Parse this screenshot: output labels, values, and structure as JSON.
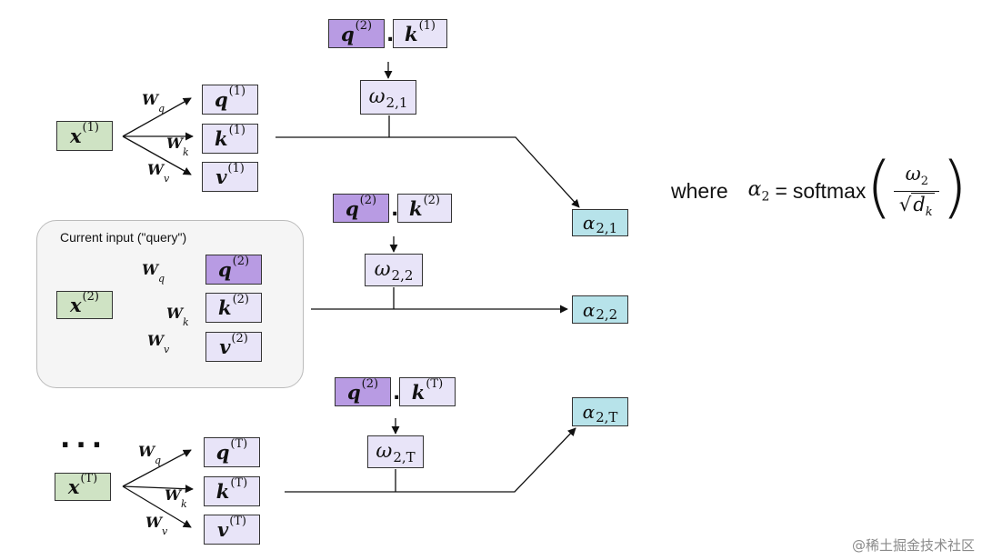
{
  "input_panel": {
    "label": "Current input (\"query\")"
  },
  "ellipsis": "...",
  "rows": [
    {
      "x": {
        "base": "x",
        "sup": "(1)"
      },
      "q": {
        "base": "q",
        "sup": "(1)"
      },
      "k": {
        "base": "k",
        "sup": "(1)"
      },
      "v": {
        "base": "v",
        "sup": "(1)"
      },
      "wq": {
        "base": "W",
        "sub": "q"
      },
      "wk": {
        "base": "W",
        "sub": "k"
      },
      "wv": {
        "base": "W",
        "sub": "v"
      },
      "dot_q": {
        "base": "q",
        "sup": "(2)"
      },
      "dot_k": {
        "base": "k",
        "sup": "(1)"
      },
      "omega": {
        "base": "ω",
        "sub": "2,1"
      },
      "alpha": {
        "base": "α",
        "sub": "2,1"
      }
    },
    {
      "x": {
        "base": "x",
        "sup": "(2)"
      },
      "q": {
        "base": "q",
        "sup": "(2)"
      },
      "k": {
        "base": "k",
        "sup": "(2)"
      },
      "v": {
        "base": "v",
        "sup": "(2)"
      },
      "wq": {
        "base": "W",
        "sub": "q"
      },
      "wk": {
        "base": "W",
        "sub": "k"
      },
      "wv": {
        "base": "W",
        "sub": "v"
      },
      "dot_q": {
        "base": "q",
        "sup": "(2)"
      },
      "dot_k": {
        "base": "k",
        "sup": "(2)"
      },
      "omega": {
        "base": "ω",
        "sub": "2,2"
      },
      "alpha": {
        "base": "α",
        "sub": "2,2"
      }
    },
    {
      "x": {
        "base": "x",
        "sup": "(T)"
      },
      "q": {
        "base": "q",
        "sup": "(T)"
      },
      "k": {
        "base": "k",
        "sup": "(T)"
      },
      "v": {
        "base": "v",
        "sup": "(T)"
      },
      "wq": {
        "base": "W",
        "sub": "q"
      },
      "wk": {
        "base": "W",
        "sub": "k"
      },
      "wv": {
        "base": "W",
        "sub": "v"
      },
      "dot_q": {
        "base": "q",
        "sup": "(2)"
      },
      "dot_k": {
        "base": "k",
        "sup": "(T)"
      },
      "omega": {
        "base": "ω",
        "sub": "2,T"
      },
      "alpha": {
        "base": "α",
        "sub": "2,T"
      }
    }
  ],
  "formula": {
    "where": "where",
    "alpha": {
      "base": "α",
      "sub": "2"
    },
    "equals": "=",
    "function": "softmax",
    "numerator": {
      "base": "ω",
      "sub": "2"
    },
    "denominator": {
      "radical": "√",
      "base": "d",
      "sub": "k"
    }
  },
  "watermark": "@稀土掘金技术社区",
  "colors": {
    "x_box": "#cfe3c4",
    "qkv_box": "#e8e4f8",
    "query_highlight": "#b89be3",
    "alpha_box": "#b7e3ea",
    "panel_bg": "#f5f5f5"
  }
}
